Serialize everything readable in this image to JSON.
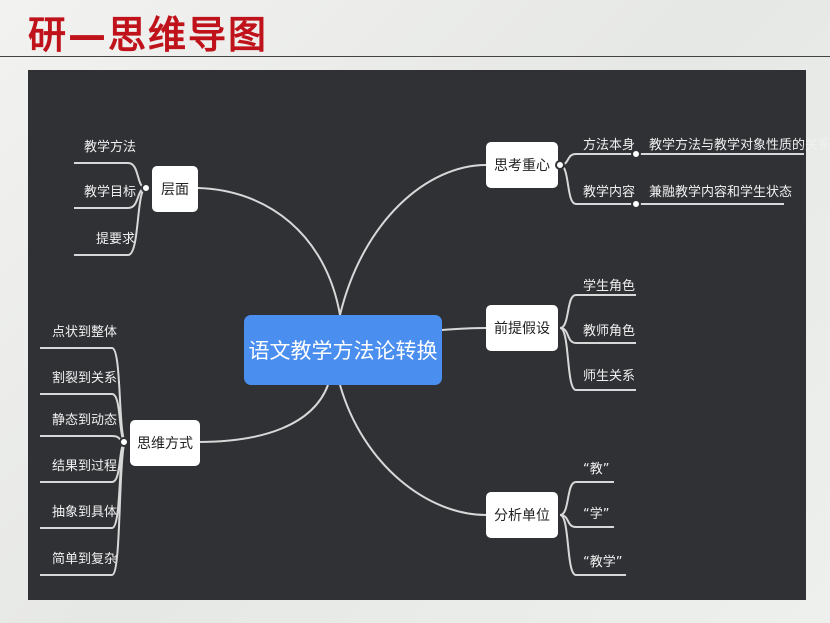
{
  "slide": {
    "title": "研—思维导图"
  },
  "mindmap": {
    "center": "语文教学方法论转换",
    "branches": {
      "cengmian": {
        "label": "层面",
        "leaves": [
          "教学方法",
          "教学目标",
          "提要求"
        ]
      },
      "siwei": {
        "label": "思维方式",
        "leaves": [
          "点状到整体",
          "割裂到关系",
          "静态到动态",
          "结果到过程",
          "抽象到具体",
          "简单到复杂"
        ]
      },
      "sikao": {
        "label": "思考重心",
        "leaves": [
          "方法本身",
          "教学内容"
        ],
        "details": [
          "教学方法与教学对象性质的关系",
          "兼融教学内容和学生状态"
        ]
      },
      "qianti": {
        "label": "前提假设",
        "leaves": [
          "学生角色",
          "教师角色",
          "师生关系"
        ]
      },
      "fenxi": {
        "label": "分析单位",
        "leaves": [
          "“教”",
          "“学”",
          "“教学”"
        ]
      }
    }
  },
  "colors": {
    "panel": "#303135",
    "center": "#4a8ef0",
    "title": "#c0121a",
    "line": "#d8d8d8"
  }
}
